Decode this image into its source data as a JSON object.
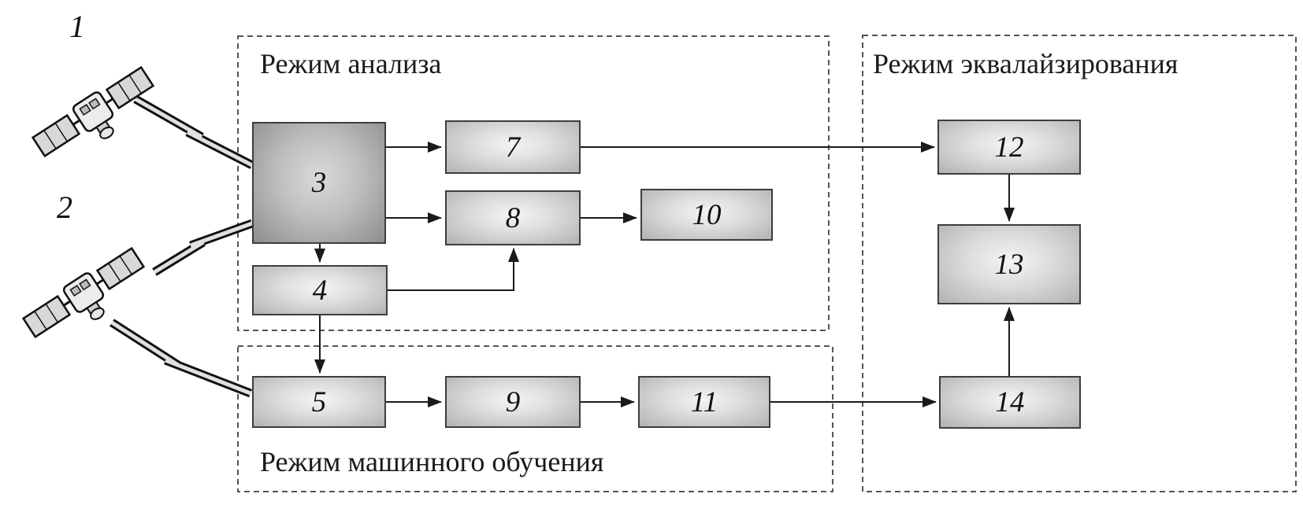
{
  "satellites": {
    "s1": {
      "label": "1"
    },
    "s2": {
      "label": "2"
    }
  },
  "regions": {
    "analysis": {
      "label": "Режим анализа"
    },
    "ml": {
      "label": "Режим машинного обучения"
    },
    "eq": {
      "label": "Режим эквалайзирования"
    }
  },
  "blocks": {
    "b3": {
      "label": "3"
    },
    "b4": {
      "label": "4"
    },
    "b5": {
      "label": "5"
    },
    "b7": {
      "label": "7"
    },
    "b8": {
      "label": "8"
    },
    "b9": {
      "label": "9"
    },
    "b10": {
      "label": "10"
    },
    "b11": {
      "label": "11"
    },
    "b12": {
      "label": "12"
    },
    "b13": {
      "label": "13"
    },
    "b14": {
      "label": "14"
    }
  },
  "connections": [
    {
      "from": "satellite-1",
      "to": "3",
      "type": "radio-signal"
    },
    {
      "from": "satellite-2",
      "to": "3",
      "type": "radio-signal"
    },
    {
      "from": "satellite-2",
      "to": "5",
      "type": "radio-signal"
    },
    {
      "from": "3",
      "to": "7",
      "type": "arrow"
    },
    {
      "from": "3",
      "to": "8",
      "type": "arrow"
    },
    {
      "from": "3",
      "to": "4",
      "type": "arrow"
    },
    {
      "from": "4",
      "to": "8",
      "type": "arrow"
    },
    {
      "from": "8",
      "to": "10",
      "type": "arrow"
    },
    {
      "from": "7",
      "to": "12",
      "type": "arrow"
    },
    {
      "from": "4",
      "to": "5",
      "type": "arrow"
    },
    {
      "from": "5",
      "to": "9",
      "type": "arrow"
    },
    {
      "from": "9",
      "to": "11",
      "type": "arrow"
    },
    {
      "from": "11",
      "to": "14",
      "type": "arrow"
    },
    {
      "from": "12",
      "to": "13",
      "type": "arrow"
    },
    {
      "from": "14",
      "to": "13",
      "type": "arrow"
    }
  ],
  "colors": {
    "arrow": "#1a1a1a",
    "dashed_border": "#555555",
    "block_border": "#3d3d3d",
    "lightning_fill": "#e0e0e0"
  }
}
